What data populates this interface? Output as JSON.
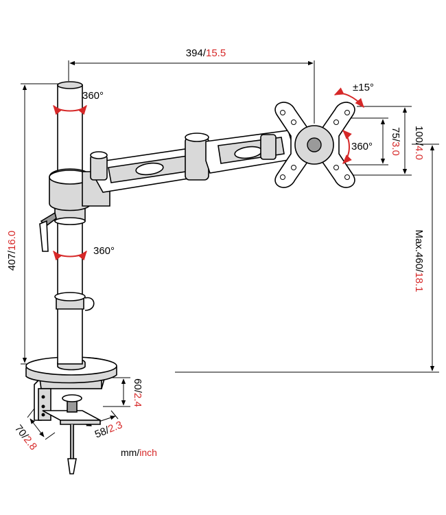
{
  "dimensions": {
    "arm_reach": {
      "value": "394",
      "sep": "/",
      "inch": "15.5"
    },
    "pole_height": {
      "value": "407",
      "sep": "/",
      "inch": "16.0"
    },
    "max_height": {
      "value": "Max.460",
      "sep": "/",
      "inch": "18.1"
    },
    "vesa_outer": {
      "value": "100",
      "sep": "/",
      "inch": "4.0"
    },
    "vesa_inner": {
      "value": "75",
      "sep": "/",
      "inch": "3.0"
    },
    "clamp_height": {
      "value": "60",
      "sep": "/",
      "inch": "2.4"
    },
    "clamp_depth": {
      "value": "70",
      "sep": "/",
      "inch": "2.8"
    },
    "clamp_width": {
      "value": "58",
      "sep": "/",
      "inch": "2.3"
    }
  },
  "rotations": {
    "pole_top": "360°",
    "pole_mid": "360°",
    "head": "360°",
    "tilt": "±15°"
  },
  "units": {
    "mm": "mm",
    "sep": "/",
    "inch": "inch"
  },
  "colors": {
    "accent": "#d62828",
    "line": "#000000",
    "fill": "#d9d9d9"
  }
}
